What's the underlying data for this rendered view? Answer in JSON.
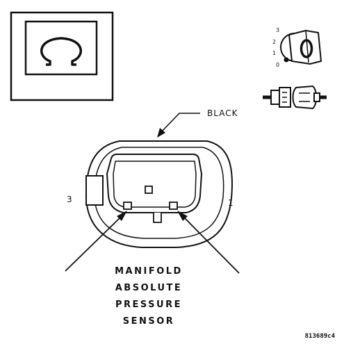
{
  "wire_color_label": "BLACK",
  "pin_left_label": "3",
  "pin_right_label": "1",
  "component_name_lines": [
    "MANIFOLD",
    "ABSOLUTE",
    "PRESSURE",
    "SENSOR"
  ],
  "figure_code": "813689c4",
  "ignition_positions": [
    "3",
    "2",
    "1",
    "0"
  ],
  "ohm_symbol": "Ω",
  "icons": {
    "meter": "ohmmeter-icon",
    "ignition": "ignition-key-off-icon",
    "connector": "disconnected-connector-icon"
  }
}
